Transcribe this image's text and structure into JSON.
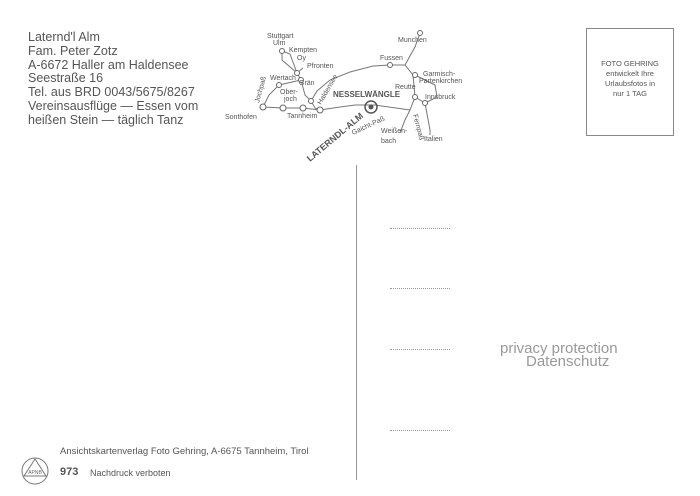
{
  "address": {
    "name": "Laternd'l Alm",
    "owner": "Fam. Peter Zotz",
    "city": "A-6672 Haller am Haldensee",
    "street": "Seestraße 16",
    "phone": "Tel. aus BRD 0043/5675/8267",
    "line5": "Vereinsausflüge — Essen vom",
    "line6": "heißen Stein — täglich Tanz"
  },
  "map": {
    "places": {
      "stuttgart": "Stuttgart",
      "ulm": "Ulm",
      "kempten": "Kempten",
      "oy": "Oy",
      "pfronten": "Pfronten",
      "wertach": "Wertach",
      "gran": "Grän",
      "oberjoch": "Ober-",
      "oberjoch2": "joch",
      "jochpass": "Jochpaß",
      "haldensee": "Haldensee",
      "sonthofen": "Sonthofen",
      "tannheim": "Tannheim",
      "munchen": "Munchen",
      "fussen": "Fussen",
      "garmisch": "Garmisch-",
      "garmisch2": "Partenkirchen",
      "nesselwangle": "NESSELWÄNGLE",
      "reutte": "Reutte",
      "innsbruck": "Innsbruck",
      "laterndl": "LATERNDL-ALM",
      "gaicht": "Gaicht-Paß",
      "weissenbach": "Weißen-",
      "weissenbach2": "bach",
      "fernpass": "Fernpaß",
      "italien": "Italien"
    }
  },
  "stamp_box": {
    "line1": "FOTO GEHRING",
    "line2": "entwickelt Ihre",
    "line3": "Urlaubsfotos in",
    "line4": "nur 1 TAG"
  },
  "watermark": {
    "line1": "privacy protection",
    "line2": "Datenschutz"
  },
  "footer": {
    "publisher": "Ansichtskartenverlag Foto Gehring, A-6675 Tannheim, Tirol",
    "card_number": "973",
    "note": "Nachdruck verboten",
    "logo_text": "APNB"
  }
}
